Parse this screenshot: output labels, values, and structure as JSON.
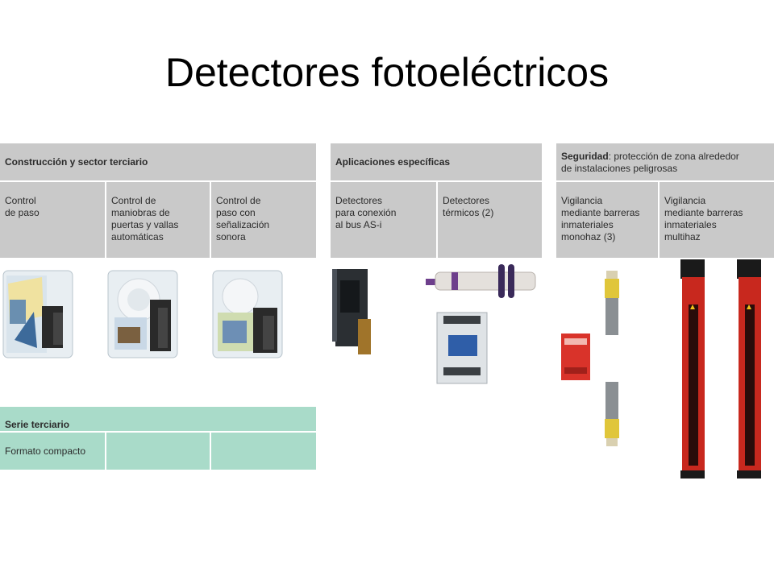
{
  "title": "Detectores fotoeléctricos",
  "sections": {
    "construccion": {
      "header": "Construcción y sector terciario",
      "columns": [
        "Control\nde paso",
        "Control de\nmaniobras de\npuertas y vallas\nautomáticas",
        "Control de\npaso con\nseñalización\nsonora"
      ]
    },
    "aplicaciones": {
      "header": "Aplicaciones específicas",
      "columns": [
        "Detectores\npara conexión\nal bus AS-i",
        "Detectores\ntérmicos (2)"
      ]
    },
    "seguridad": {
      "header_bold": "Seguridad",
      "header_rest": ": protección de zona alrededor\nde instalaciones peligrosas",
      "columns": [
        "Vigilancia\nmediante barreras\ninmateriales\nmonohaz (3)",
        "Vigilancia\nmediante barreras\ninmateriales\nmultihaz"
      ]
    },
    "serie": {
      "header": "Serie terciario",
      "cells": [
        "Formato compacto",
        "",
        ""
      ]
    }
  },
  "colors": {
    "table_gray": "#c9c9c9",
    "table_green": "#a9dbc9",
    "barrier_red": "#c8281e",
    "relay_red": "#d9332a"
  },
  "products": [
    "packaged-detector-control-de-paso",
    "packaged-detector-puertas",
    "packaged-detector-senalizacion",
    "as-i-detector",
    "thermal-detector-cylinder",
    "din-rail-module",
    "monohaz-sensor-top",
    "safety-relay",
    "monohaz-sensor-bottom",
    "multihaz-barrier-left",
    "multihaz-barrier-right"
  ]
}
